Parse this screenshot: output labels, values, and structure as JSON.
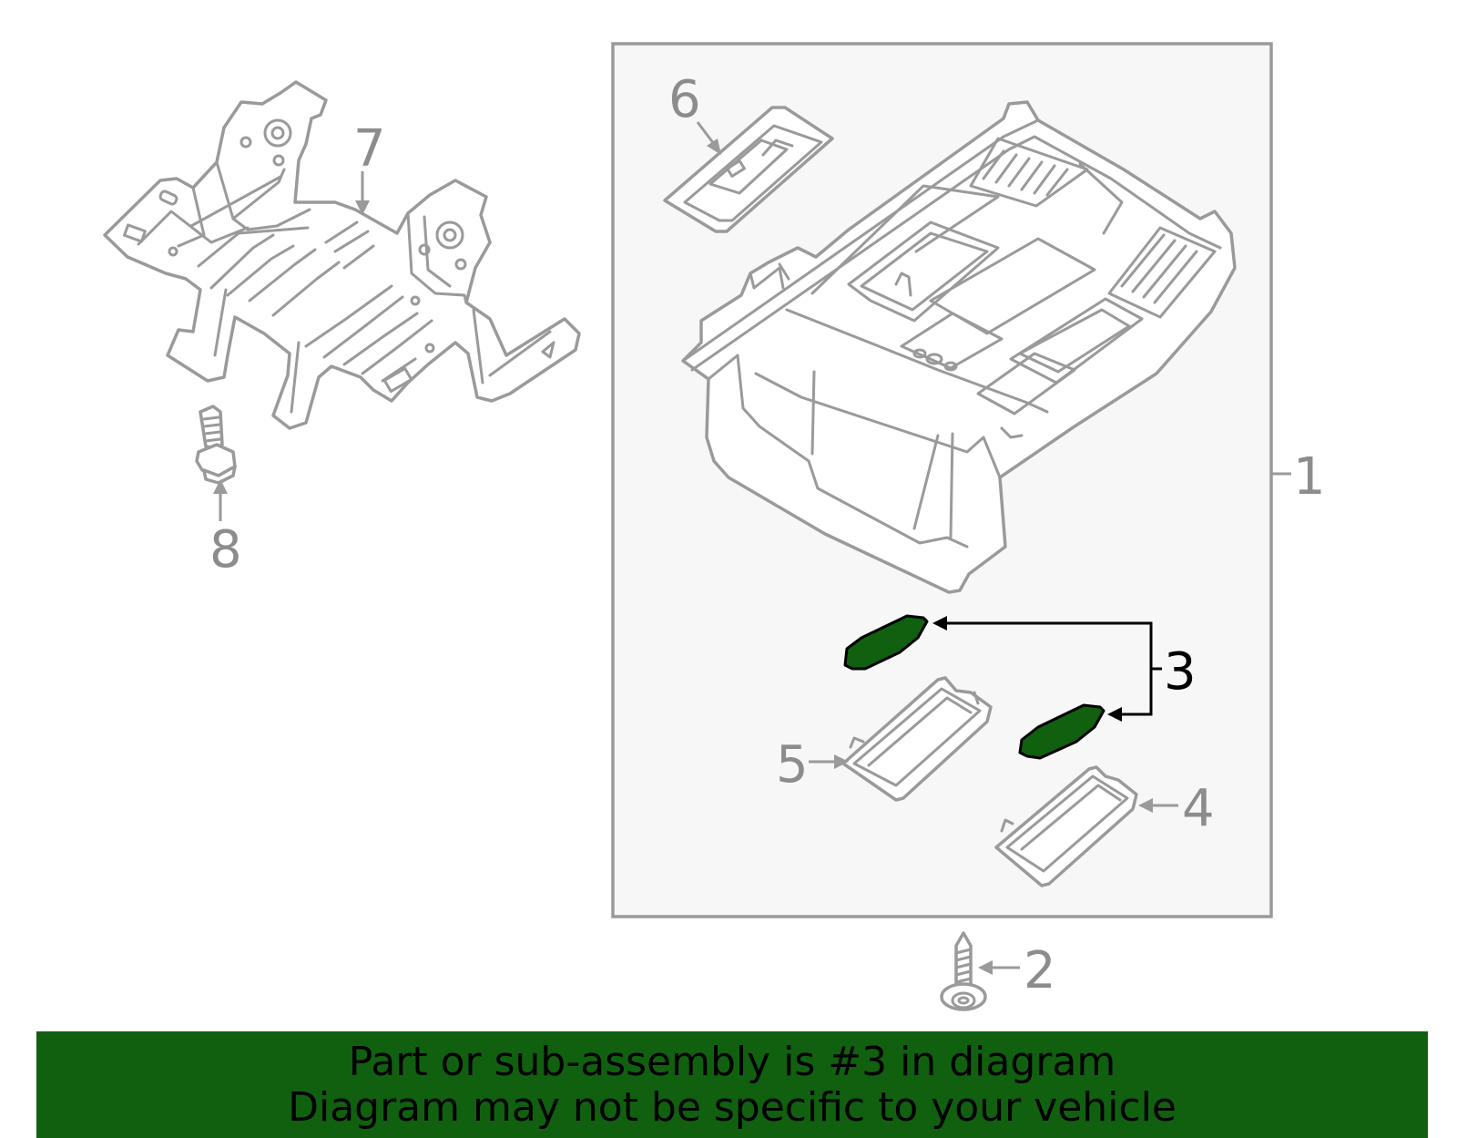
{
  "colors": {
    "highlight": "#106010",
    "line_gray": "#9a9a9a",
    "label_gray": "#8c8c8c",
    "box_fill": "#f7f7f7",
    "banner": "#106010"
  },
  "callouts": {
    "c1": "1",
    "c2": "2",
    "c3": "3",
    "c4": "4",
    "c5": "5",
    "c6": "6",
    "c7": "7",
    "c8": "8"
  },
  "highlighted_part": "3",
  "banner": {
    "line1": "Part or sub-assembly is #3 in diagram",
    "line2": "Diagram may not be specific to your vehicle"
  }
}
